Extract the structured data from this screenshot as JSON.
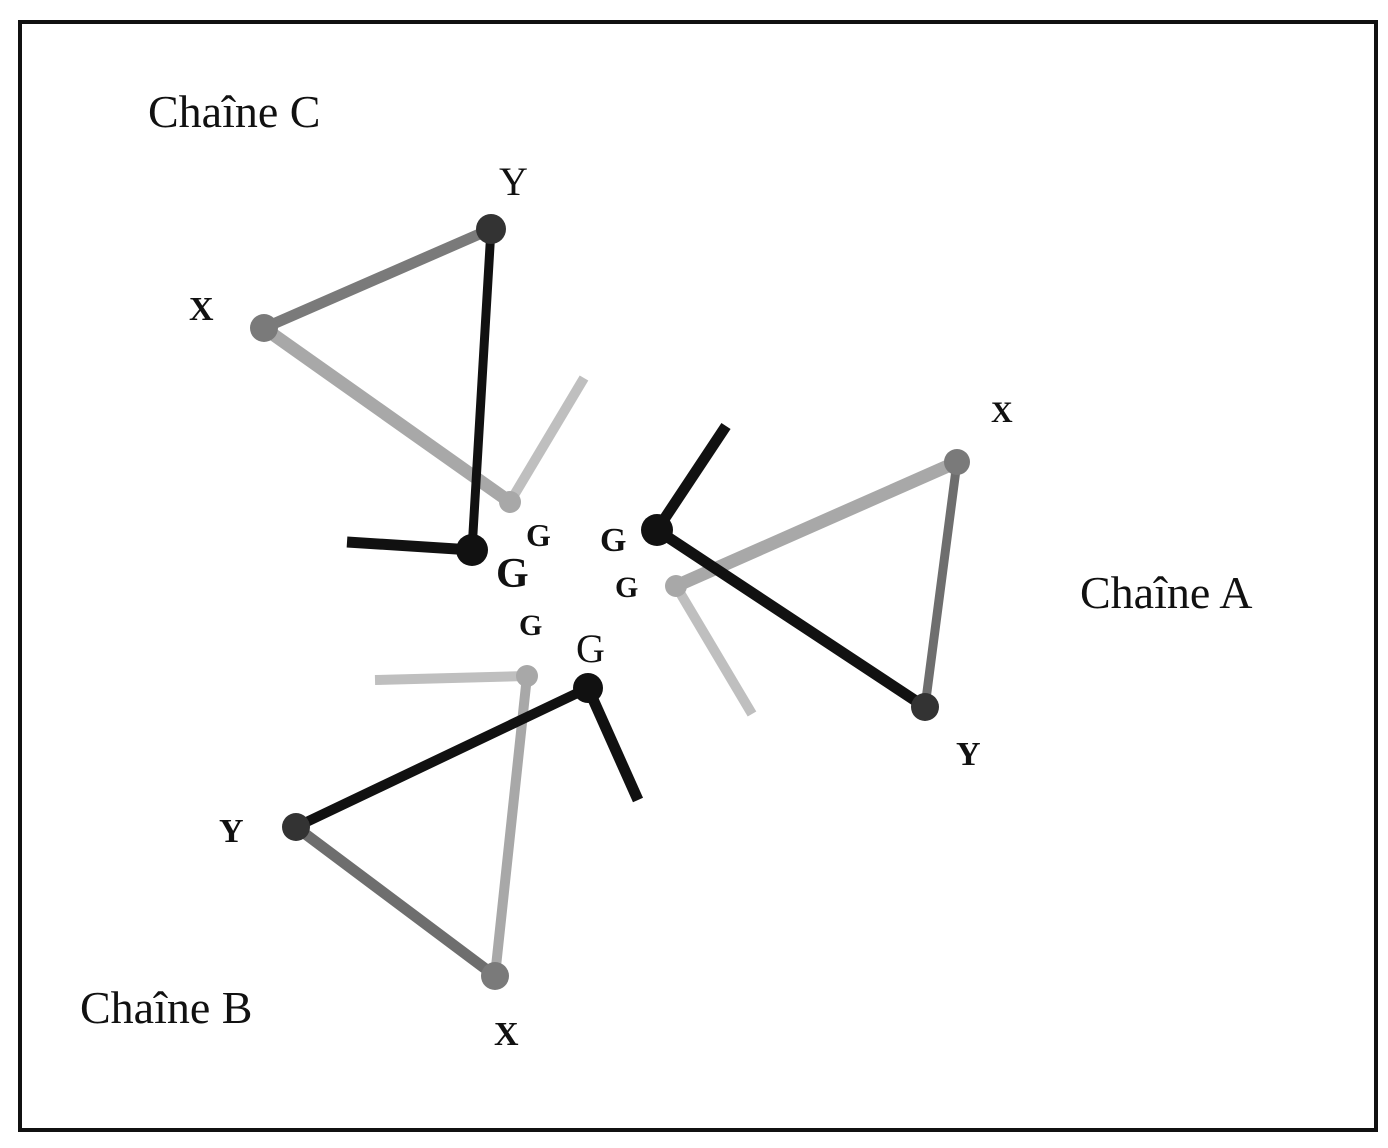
{
  "diagram": {
    "chains": [
      {
        "id": "C",
        "label": "Chaîne C",
        "atoms": {
          "x": "X",
          "y": "Y",
          "g_front": "G",
          "g_back": "G"
        }
      },
      {
        "id": "A",
        "label": "Chaîne A",
        "atoms": {
          "x": "X",
          "y": "Y",
          "g_front": "G",
          "g_back": "G"
        }
      },
      {
        "id": "B",
        "label": "Chaîne B",
        "atoms": {
          "x": "X",
          "y": "Y",
          "g_front": "G",
          "g_back": "G"
        }
      }
    ],
    "colors": {
      "background": "#ffffff",
      "border": "#111111",
      "front_bond": "#111111",
      "mid_bond": "#6e6e6e",
      "back_bond": "#a8a8a8"
    }
  }
}
